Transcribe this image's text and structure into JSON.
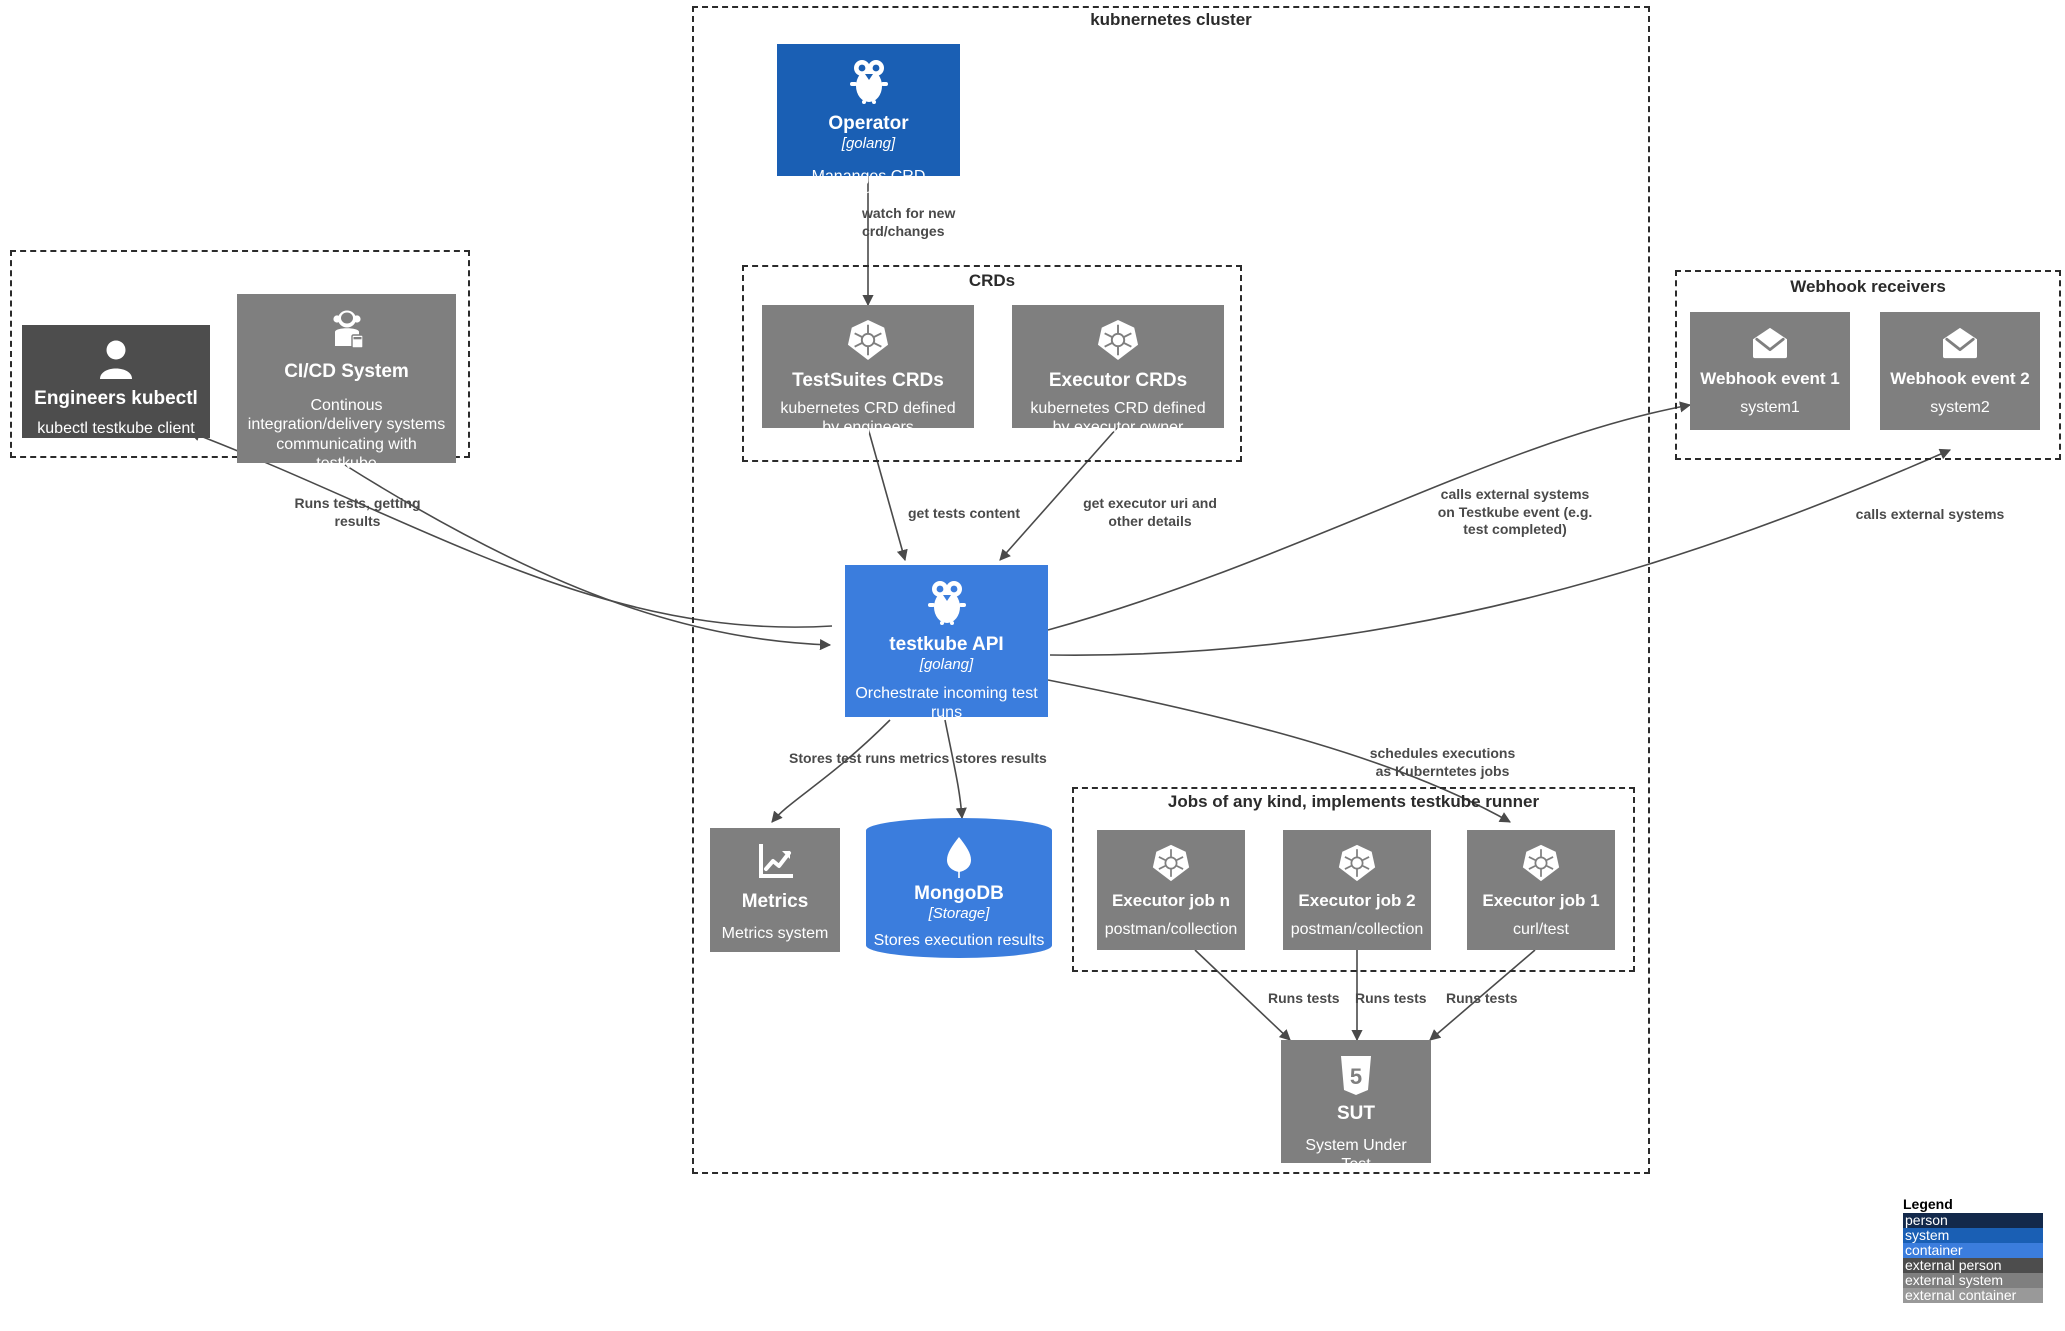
{
  "groups": {
    "cluster": {
      "title": "kubnernetes cluster"
    },
    "crds": {
      "title": "CRDs"
    },
    "clients": {
      "title": ""
    },
    "webhooks": {
      "title": "Webhook receivers"
    },
    "jobs": {
      "title": "Jobs of any kind, implements testkube runner"
    }
  },
  "nodes": {
    "operator": {
      "title": "Operator",
      "tech": "[golang]",
      "desc": "Mananges CRD changes",
      "icon": "gopher-icon",
      "kind": "system"
    },
    "engineers": {
      "title": "Engineers kubectl",
      "tech": "",
      "desc": "kubectl testkube client",
      "icon": "person-icon",
      "kind": "external person"
    },
    "cicd": {
      "title": "CI/CD System",
      "tech": "",
      "desc": "Continous integration/delivery systems communicating with testkube",
      "icon": "ci-worker-icon",
      "kind": "external system"
    },
    "testsuites": {
      "title": "TestSuites CRDs",
      "tech": "",
      "desc": "kubernetes CRD defined by engineers",
      "icon": "kubernetes-icon",
      "kind": "external system"
    },
    "executorcrd": {
      "title": "Executor CRDs",
      "tech": "",
      "desc": "kubernetes CRD defined by executor owner",
      "icon": "kubernetes-icon",
      "kind": "external system"
    },
    "api": {
      "title": "testkube API",
      "tech": "[golang]",
      "desc": "Orchestrate incoming test runs",
      "icon": "gopher-icon",
      "kind": "container"
    },
    "webhook1": {
      "title": "Webhook event 1",
      "tech": "",
      "desc": "system1",
      "icon": "envelope-icon",
      "kind": "external system"
    },
    "webhook2": {
      "title": "Webhook event 2",
      "tech": "",
      "desc": "system2",
      "icon": "envelope-icon",
      "kind": "external system"
    },
    "metrics": {
      "title": "Metrics",
      "tech": "",
      "desc": "Metrics system",
      "icon": "chart-icon",
      "kind": "external system"
    },
    "mongodb": {
      "title": "MongoDB",
      "tech": "[Storage]",
      "desc": "Stores execution results",
      "icon": "mongodb-leaf-icon",
      "kind": "container"
    },
    "jobn": {
      "title": "Executor job n",
      "tech": "",
      "desc": "postman/collection",
      "icon": "kubernetes-icon",
      "kind": "external system"
    },
    "job2": {
      "title": "Executor job 2",
      "tech": "",
      "desc": "postman/collection",
      "icon": "kubernetes-icon",
      "kind": "external system"
    },
    "job1": {
      "title": "Executor job 1",
      "tech": "",
      "desc": "curl/test",
      "icon": "kubernetes-icon",
      "kind": "external system"
    },
    "sut": {
      "title": "SUT",
      "tech": "",
      "desc": "System Under Test",
      "icon": "html5-icon",
      "kind": "external system"
    }
  },
  "edge_labels": {
    "watch": "watch for new\ncrd/changes",
    "runs_tests": "Runs tests, getting\nresults",
    "get_tests": "get tests content",
    "get_executor": "get executor uri and\nother details",
    "calls_event": "calls external systems\non Testkube event (e.g.\ntest completed)",
    "calls_external": "calls external systems",
    "stores_metrics": "Stores test runs metrics",
    "stores_results": "stores results",
    "schedules": "schedules executions\nas Kuberntetes jobs",
    "runs_tests_1": "Runs tests",
    "runs_tests_2": "Runs tests",
    "runs_tests_3": "Runs tests"
  },
  "legend": {
    "title": "Legend",
    "rows": [
      {
        "label": "person",
        "color": "#13294b"
      },
      {
        "label": "system",
        "color": "#1a5fb4"
      },
      {
        "label": "container",
        "color": "#3b7ddd"
      },
      {
        "label": "external person",
        "color": "#4d4d4d"
      },
      {
        "label": "external system",
        "color": "#7f7f7f"
      },
      {
        "label": "external container",
        "color": "#999999"
      }
    ]
  }
}
